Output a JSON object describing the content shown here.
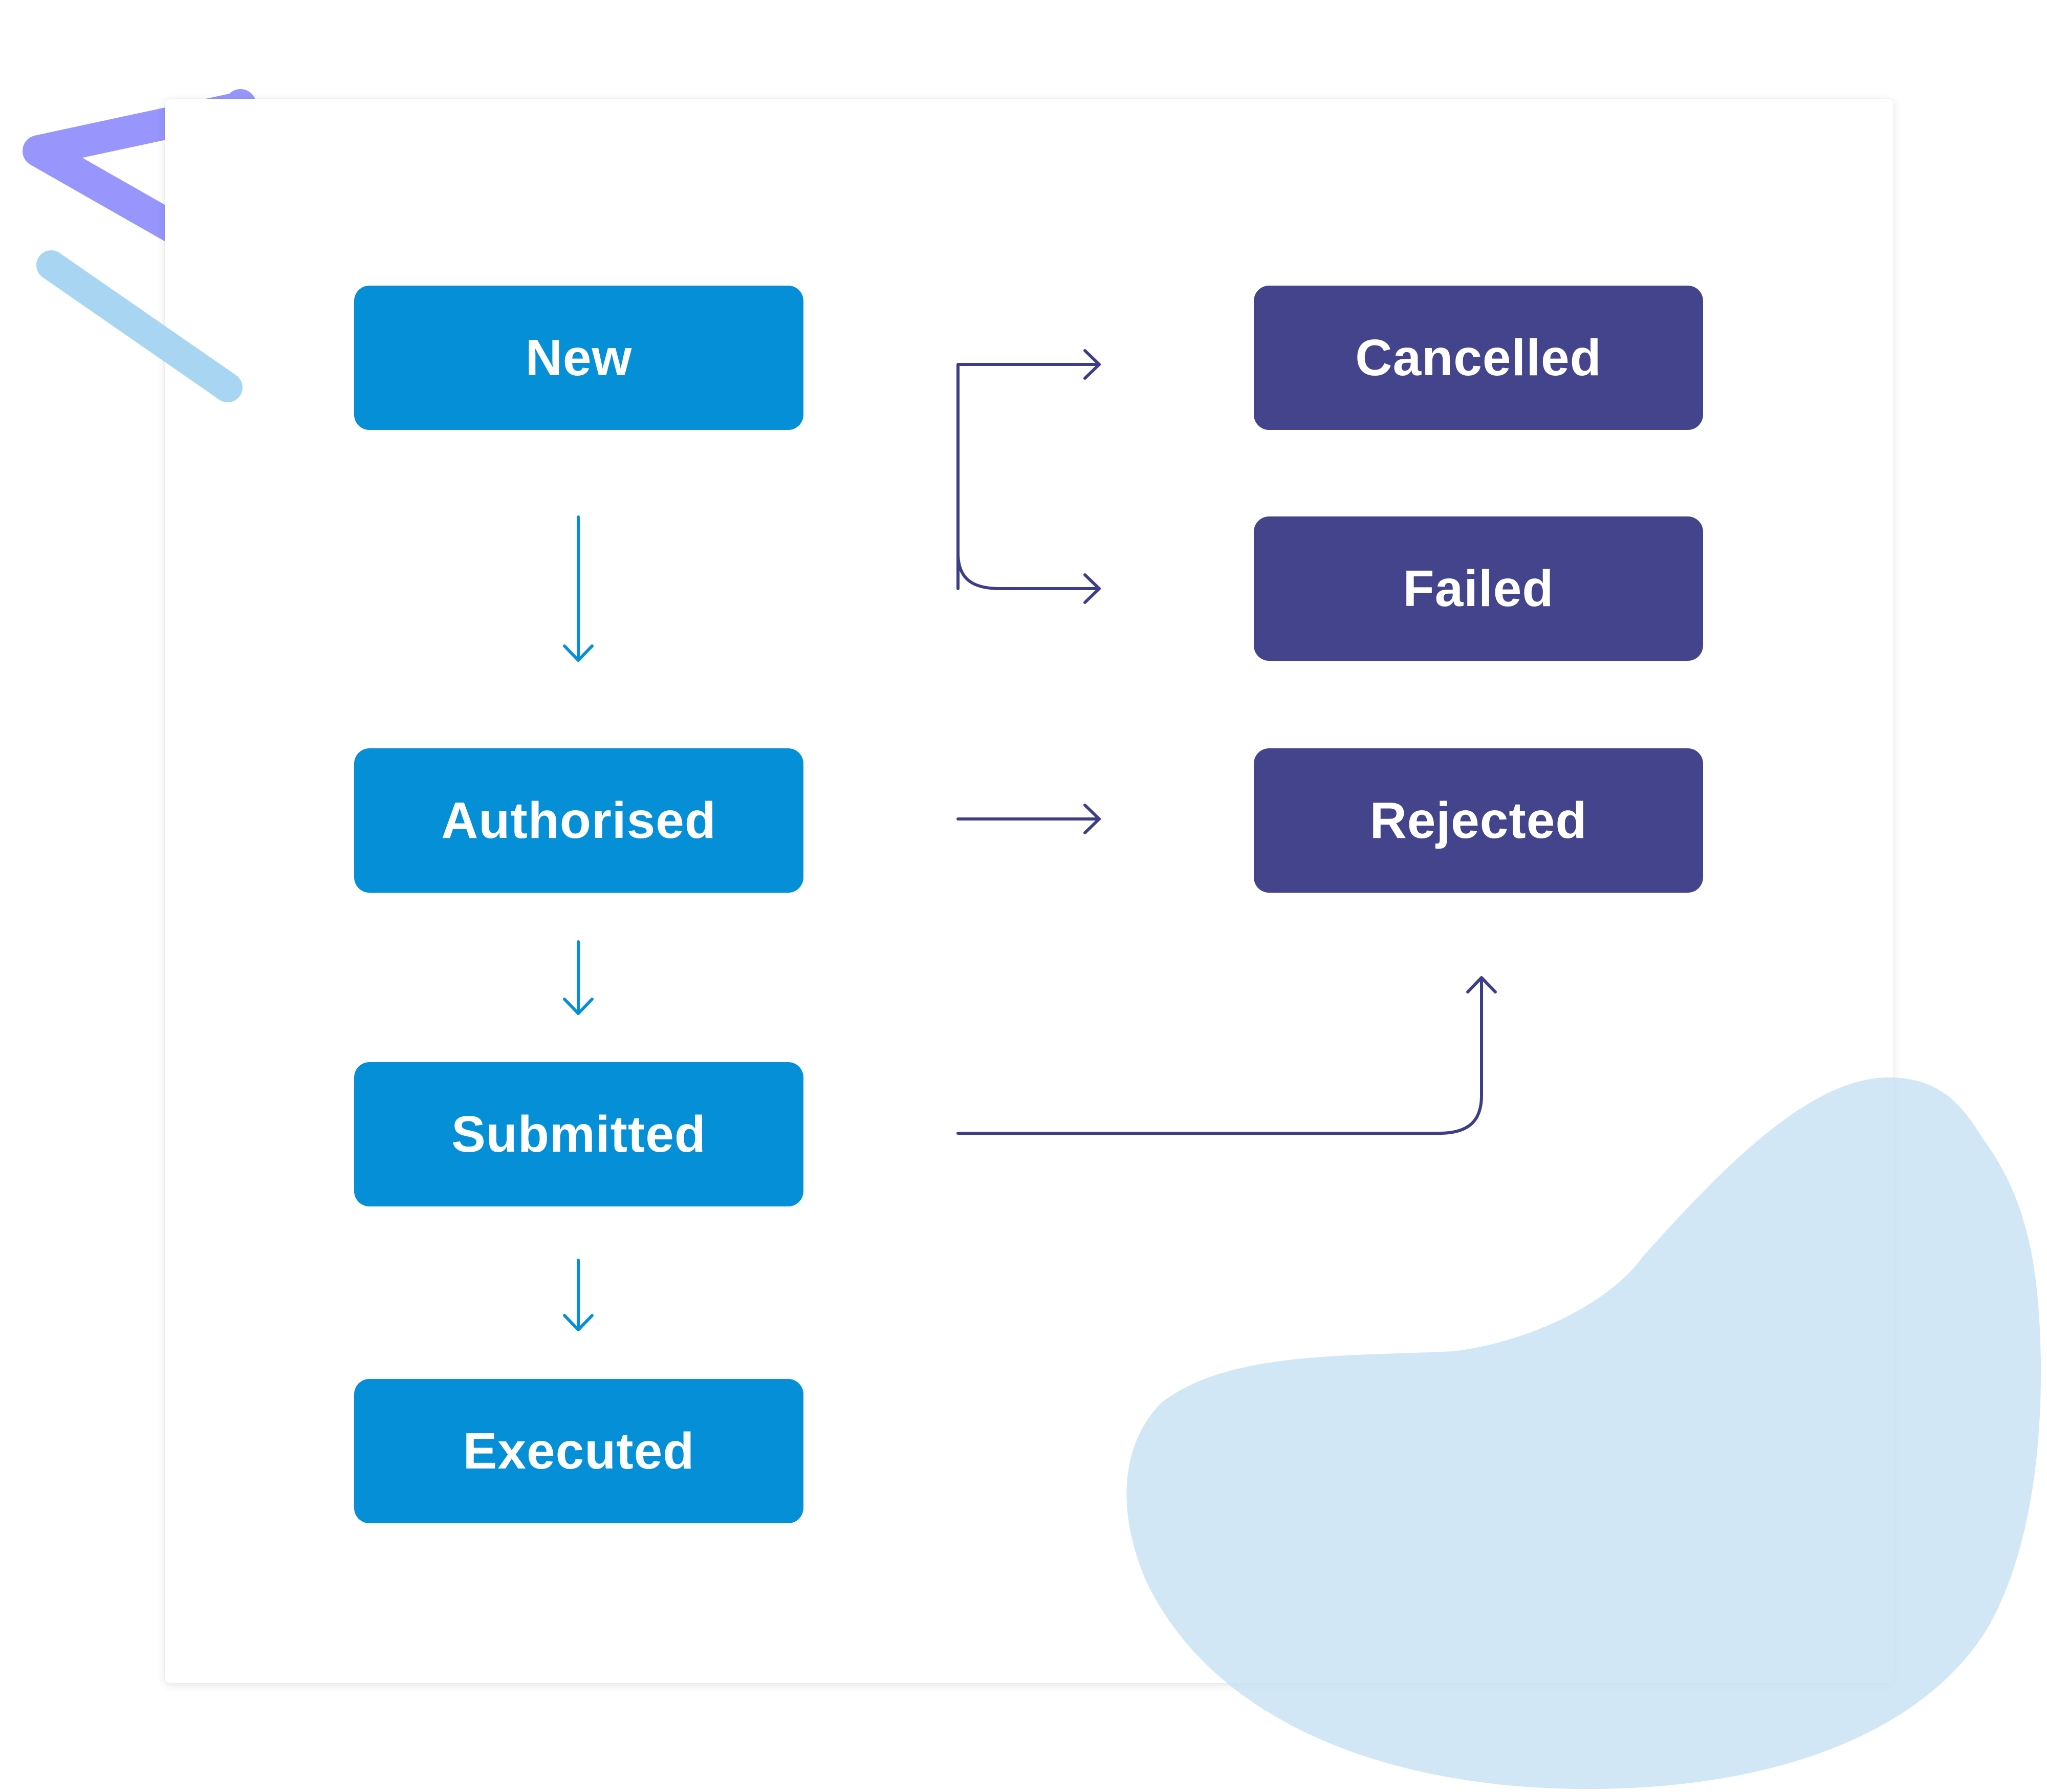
{
  "diagram": {
    "flow_nodes": [
      {
        "id": "new",
        "label": "New"
      },
      {
        "id": "authorised",
        "label": "Authorised"
      },
      {
        "id": "submitted",
        "label": "Submitted"
      },
      {
        "id": "executed",
        "label": "Executed"
      }
    ],
    "terminal_nodes": [
      {
        "id": "cancelled",
        "label": "Cancelled"
      },
      {
        "id": "failed",
        "label": "Failed"
      },
      {
        "id": "rejected",
        "label": "Rejected"
      }
    ],
    "edges": [
      {
        "from": "new",
        "to": "authorised"
      },
      {
        "from": "authorised",
        "to": "submitted"
      },
      {
        "from": "submitted",
        "to": "executed"
      },
      {
        "from": "new",
        "to": "cancelled"
      },
      {
        "from": "new",
        "to": "failed"
      },
      {
        "from": "authorised",
        "to": "rejected"
      },
      {
        "from": "submitted",
        "to": "rejected"
      }
    ],
    "colors": {
      "flow_node": "#058fd7",
      "terminal_node": "#43448b",
      "flow_arrow": "#058fd7",
      "terminal_arrow": "#3d3e86",
      "chevron_accent": "#9896fd",
      "stroke_accent": "#a8d6f2",
      "blob_accent": "#cce4f5"
    }
  }
}
